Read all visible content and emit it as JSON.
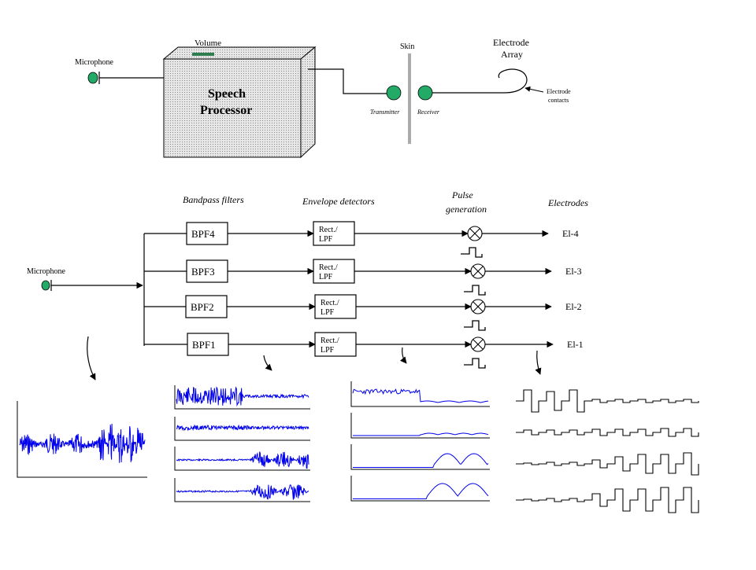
{
  "top": {
    "microphone": "Microphone",
    "volume": "Volume",
    "processor_line1": "Speech",
    "processor_line2": "Processor",
    "skin": "Skin",
    "transmitter": "Transmitter",
    "receiver": "Receiver",
    "electrode_array_line1": "Electrode",
    "electrode_array_line2": "Array",
    "electrode_contacts_line1": "Electrode",
    "electrode_contacts_line2": "contacts"
  },
  "bottom": {
    "microphone": "Microphone",
    "headers": {
      "bandpass": "Bandpass filters",
      "envelope": "Envelope detectors",
      "pulse_line1": "Pulse",
      "pulse_line2": "generation",
      "electrodes": "Electrodes"
    },
    "channels": [
      {
        "bpf": "BPF4",
        "rect": "Rect./",
        "lpf": "LPF",
        "electrode": "El-4"
      },
      {
        "bpf": "BPF3",
        "rect": "Rect./",
        "lpf": "LPF",
        "electrode": "El-3"
      },
      {
        "bpf": "BPF2",
        "rect": "Rect./",
        "lpf": "LPF",
        "electrode": "El-2"
      },
      {
        "bpf": "BPF1",
        "rect": "Rect./",
        "lpf": "LPF",
        "electrode": "El-1"
      }
    ]
  },
  "colors": {
    "microphone": "#22aa66",
    "waveform": "#0000ee",
    "processor_fill": "#d9d9d9",
    "volume_knob": "#2e7d4f",
    "skin": "#aaaaaa"
  }
}
